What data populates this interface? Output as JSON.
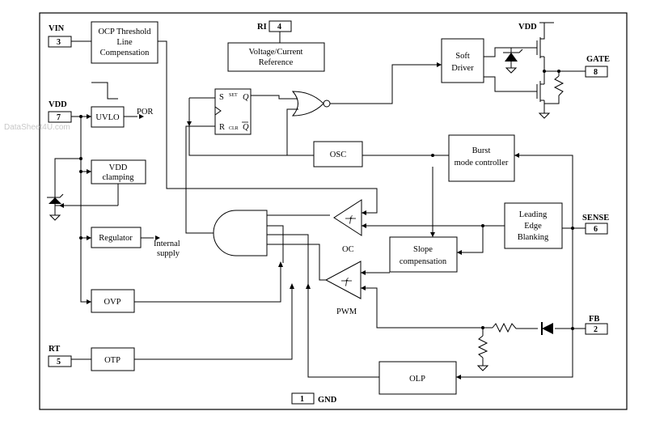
{
  "blocks": {
    "ocp_line1": "OCP Threshold",
    "ocp_line2": "Line",
    "ocp_line3": "Compensation",
    "ref_line1": "Voltage/Current",
    "ref_line2": "Reference",
    "uvlo": "UVLO",
    "vdd_clamp_line1": "VDD",
    "vdd_clamp_line2": "clamping",
    "regulator": "Regulator",
    "ovp": "OVP",
    "otp": "OTP",
    "osc": "OSC",
    "burst_line1": "Burst",
    "burst_line2": "mode controller",
    "leb_line1": "Leading",
    "leb_line2": "Edge",
    "leb_line3": "Blanking",
    "slope_line1": "Slope",
    "slope_line2": "compensation",
    "olp": "OLP",
    "driver_line1": "Soft",
    "driver_line2": "Driver"
  },
  "pins": {
    "vin_name": "VIN",
    "vin_num": "3",
    "vdd_name": "VDD",
    "vdd_num": "7",
    "rt_name": "RT",
    "rt_num": "5",
    "ri_name": "RI",
    "ri_num": "4",
    "gate_name": "GATE",
    "gate_num": "8",
    "sense_name": "SENSE",
    "sense_num": "6",
    "fb_name": "FB",
    "fb_num": "2",
    "gnd_name": "GND",
    "gnd_num": "1",
    "vdd_supply": "VDD"
  },
  "labels": {
    "por": "POR",
    "internal_line1": "Internal",
    "internal_line2": "supply",
    "oc": "OC",
    "pwm": "PWM",
    "latch_s": "S",
    "latch_r": "R",
    "latch_q": "Q",
    "latch_qbar": "Q",
    "latch_set": "SET",
    "latch_clr": "CLR",
    "comparator_symbol": "f"
  },
  "watermark": "DataSheet4U.com"
}
